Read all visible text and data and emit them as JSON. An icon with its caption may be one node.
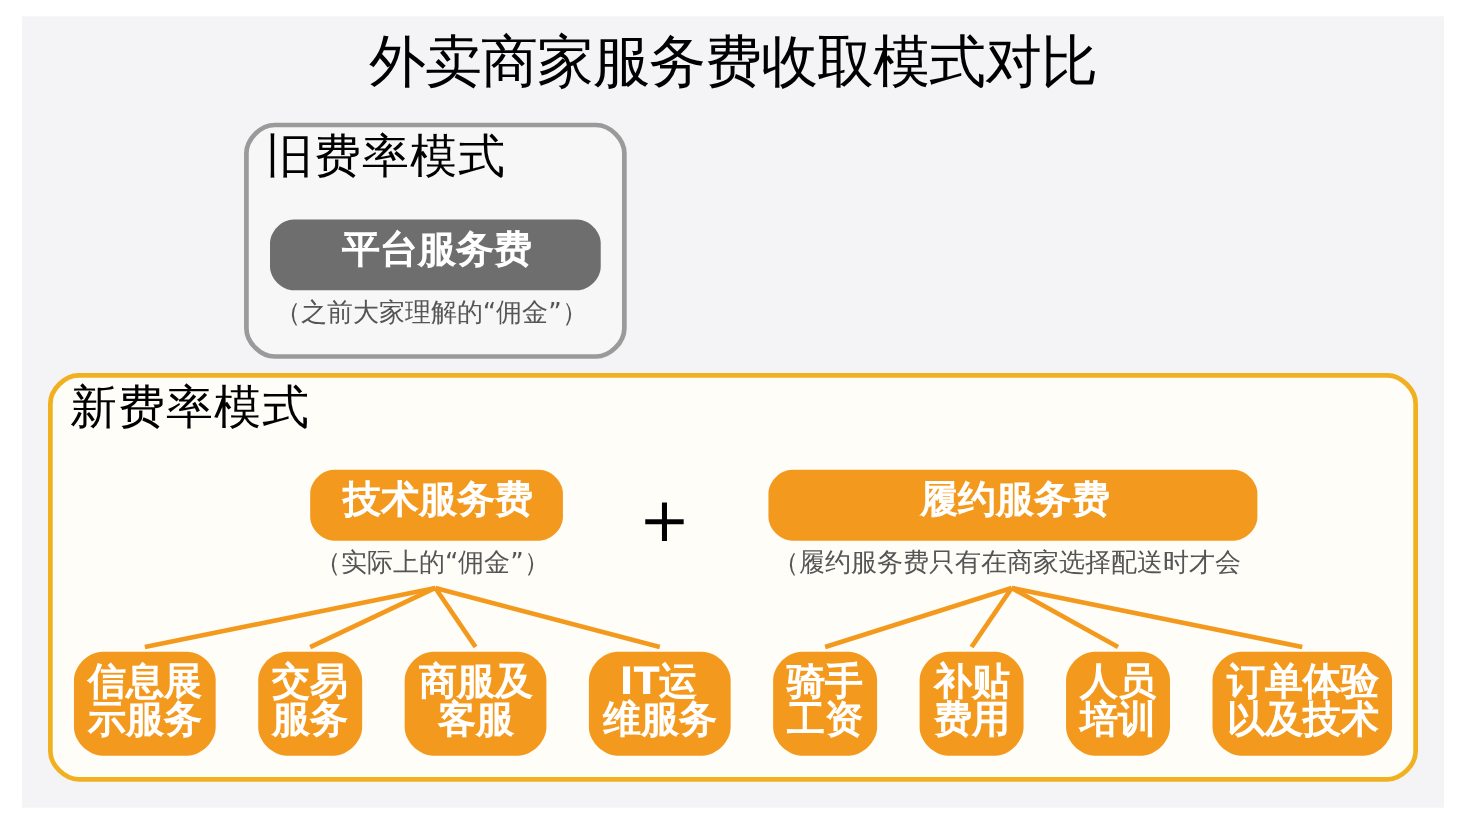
{
  "diagram": {
    "title": "外卖商家服务费收取模式对比",
    "nodes": [
      {
        "text": [
          "旧费率模式"
        ]
      },
      {
        "text": [
          "平台服务费"
        ],
        "in": 0,
        "beside": [
          "（之前大家理解的“佣金”）"
        ]
      },
      {
        "text": [
          "新费率模式"
        ]
      },
      {
        "text": [
          "技术服务费"
        ],
        "in": 2,
        "beside": [
          "（实际上的“佣金”）"
        ]
      },
      {
        "text": [
          "信息展示服务"
        ],
        "in": 2
      },
      {
        "text": [
          "交易服务"
        ],
        "in": 2
      },
      {
        "text": [
          "商服及客服"
        ],
        "in": 2
      },
      {
        "text": [
          "IT运维服务"
        ],
        "in": 2
      },
      {
        "text": [
          "履约服务费"
        ],
        "in": 2,
        "beside": [
          "（履约服务费只有在商家选择配送时才会"
        ]
      },
      {
        "text": [
          "骑手工资"
        ],
        "in": 2
      },
      {
        "text": [
          "补贴费用"
        ],
        "in": 2
      },
      {
        "text": [
          "人员培训"
        ],
        "in": 2
      },
      {
        "text": [
          "订单体验以及技术"
        ],
        "in": 2
      }
    ],
    "edges": [
      {
        "from": 3,
        "to": 4,
        "arrow": "none"
      },
      {
        "from": 3,
        "to": 5,
        "arrow": "none"
      },
      {
        "from": 3,
        "to": 6,
        "arrow": "none"
      },
      {
        "from": 3,
        "to": 7,
        "arrow": "none"
      },
      {
        "from": 8,
        "to": 9,
        "arrow": "none"
      },
      {
        "from": 8,
        "to": 10,
        "arrow": "none"
      },
      {
        "from": 8,
        "to": 11,
        "arrow": "none"
      },
      {
        "from": 8,
        "to": 12,
        "arrow": "none"
      }
    ],
    "labels": [
      "+"
    ]
  }
}
